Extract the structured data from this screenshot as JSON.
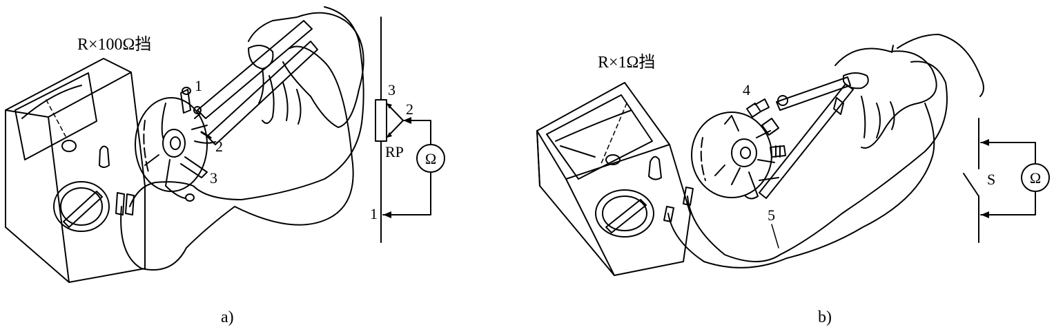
{
  "panel_a": {
    "range_label": "R×100Ω挡",
    "callouts": [
      "1",
      "2",
      "3"
    ],
    "schematic": {
      "terminal_top": "3",
      "terminal_wiper": "2",
      "terminal_bottom": "1",
      "component_label": "RP",
      "meter_symbol": "Ω"
    },
    "caption": "a)"
  },
  "panel_b": {
    "range_label": "R×1Ω挡",
    "callouts": [
      "4",
      "5"
    ],
    "schematic": {
      "switch_label": "S",
      "meter_symbol": "Ω"
    },
    "caption": "b)"
  }
}
